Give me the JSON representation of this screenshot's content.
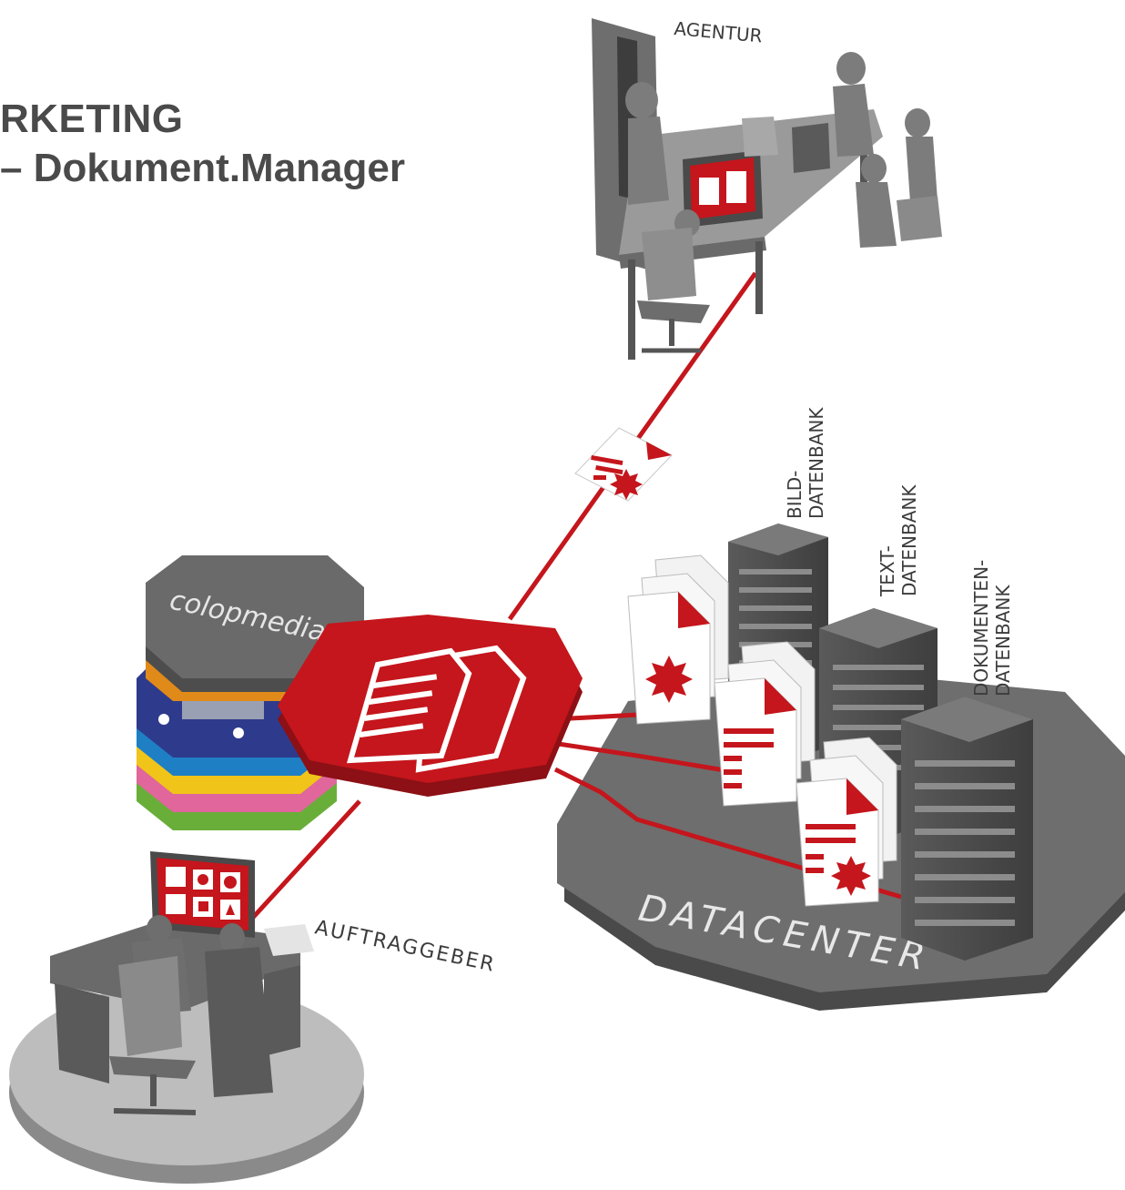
{
  "title": {
    "line1": "RKETING",
    "line2": "– Dokument.Manager"
  },
  "labels": {
    "agentur": "AGENTUR",
    "auftraggeber": "AUFTRAGGEBER",
    "datacenter": "DATACENTER",
    "bild_1": "BILD-",
    "bild_2": "DATENBANK",
    "text_1": "TEXT-",
    "text_2": "DATENBANK",
    "dok_1": "DOKUMENTEN-",
    "dok_2": "DATENBANK",
    "logo": "colopmedia"
  },
  "colors": {
    "accent_red": "#c4161c",
    "dark_gray": "#5a5a5a",
    "mid_gray": "#8a8a8a",
    "light_gray": "#bdbdbd",
    "title_gray": "#4a4a4a"
  },
  "icons": [
    "document-stack-icon",
    "server-rack-icon",
    "monitor-icon",
    "office-chair-icon",
    "star-burst-icon"
  ]
}
